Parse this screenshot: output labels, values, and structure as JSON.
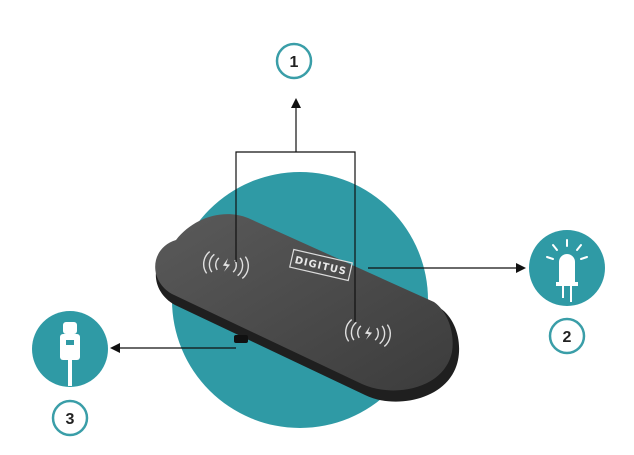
{
  "callouts": {
    "one": "1",
    "two": "2",
    "three": "3"
  },
  "device": {
    "brand_logo": "DIGITUS"
  },
  "icons": {
    "charging_coil": "wireless-charging-icon",
    "led": "led-bulb-icon",
    "cable": "usb-c-cable-icon"
  },
  "colors": {
    "teal": "#2f9aa5",
    "pad_top": "#4b4b4b",
    "pad_edge": "#222222",
    "callout_border": "#3a9ea8"
  }
}
